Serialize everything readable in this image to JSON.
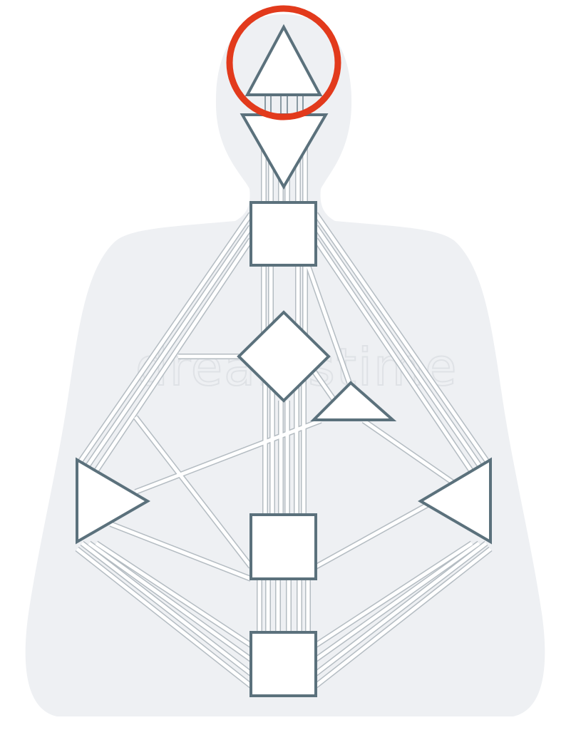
{
  "diagram": {
    "type": "bodygraph",
    "centers": [
      {
        "id": "head",
        "shape": "triangle-up"
      },
      {
        "id": "ajna",
        "shape": "triangle-down"
      },
      {
        "id": "throat",
        "shape": "square"
      },
      {
        "id": "g",
        "shape": "diamond"
      },
      {
        "id": "ego",
        "shape": "triangle-up"
      },
      {
        "id": "spleen",
        "shape": "triangle-right"
      },
      {
        "id": "solar-plexus",
        "shape": "triangle-left"
      },
      {
        "id": "sacral",
        "shape": "square"
      },
      {
        "id": "root",
        "shape": "square"
      }
    ],
    "highlighted_center": "head",
    "watermark": "dreamstime"
  },
  "colors": {
    "background": "#ffffff",
    "silhouette": "#eef0f3",
    "center_stroke": "#5b717c",
    "center_fill": "#ffffff",
    "channel_stroke": "#b4bcc2",
    "highlight": "#e23a1c"
  }
}
